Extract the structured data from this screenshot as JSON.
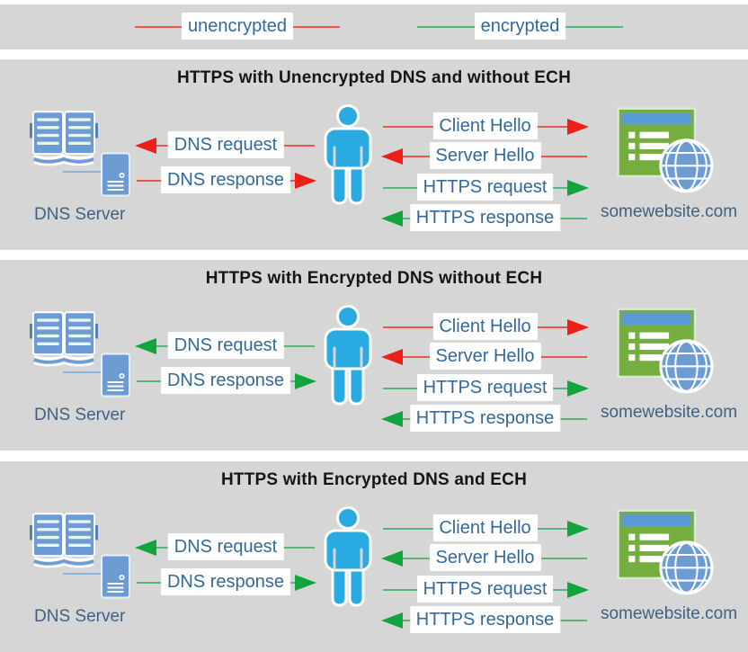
{
  "colors": {
    "panel_bg": "#d6d6d6",
    "red_line": "#e85549",
    "red_head": "#ec2019",
    "green_line": "#55b77d",
    "green_head": "#13a53d",
    "label_blue": "#33689b",
    "caption_blue": "#3f6184",
    "icon_blue": "#6d9bd3",
    "person_blue": "#29abe2",
    "site_green": "#76ad3f",
    "titlebar_blue": "#5b9bd5"
  },
  "icons": {
    "dns_server": "open-book-and-server-icon",
    "client": "person-icon",
    "website": "browser-window-globe-icon"
  },
  "legend": {
    "items": [
      {
        "label": "unencrypted",
        "color": "red"
      },
      {
        "label": "encrypted",
        "color": "green"
      }
    ]
  },
  "panels": [
    {
      "title": "HTTPS with Unencrypted DNS and without ECH",
      "dns_label": "DNS Server",
      "site_label": "somewebsite.com",
      "arrows": [
        {
          "label": "DNS request",
          "direction": "left",
          "color": "red"
        },
        {
          "label": "DNS response",
          "direction": "right",
          "color": "red"
        },
        {
          "label": "Client Hello",
          "direction": "right",
          "color": "red"
        },
        {
          "label": "Server Hello",
          "direction": "left",
          "color": "red"
        },
        {
          "label": "HTTPS request",
          "direction": "right",
          "color": "green"
        },
        {
          "label": "HTTPS response",
          "direction": "left",
          "color": "green"
        }
      ]
    },
    {
      "title": "HTTPS with Encrypted DNS without ECH",
      "dns_label": "DNS Server",
      "site_label": "somewebsite.com",
      "arrows": [
        {
          "label": "DNS request",
          "direction": "left",
          "color": "green"
        },
        {
          "label": "DNS response",
          "direction": "right",
          "color": "green"
        },
        {
          "label": "Client Hello",
          "direction": "right",
          "color": "red"
        },
        {
          "label": "Server Hello",
          "direction": "left",
          "color": "red"
        },
        {
          "label": "HTTPS request",
          "direction": "right",
          "color": "green"
        },
        {
          "label": "HTTPS response",
          "direction": "left",
          "color": "green"
        }
      ]
    },
    {
      "title": "HTTPS with Encrypted DNS and ECH",
      "dns_label": "DNS Server",
      "site_label": "somewebsite.com",
      "arrows": [
        {
          "label": "DNS request",
          "direction": "left",
          "color": "green"
        },
        {
          "label": "DNS response",
          "direction": "right",
          "color": "green"
        },
        {
          "label": "Client Hello",
          "direction": "right",
          "color": "green"
        },
        {
          "label": "Server Hello",
          "direction": "left",
          "color": "green"
        },
        {
          "label": "HTTPS request",
          "direction": "right",
          "color": "green"
        },
        {
          "label": "HTTPS response",
          "direction": "left",
          "color": "green"
        }
      ]
    }
  ]
}
